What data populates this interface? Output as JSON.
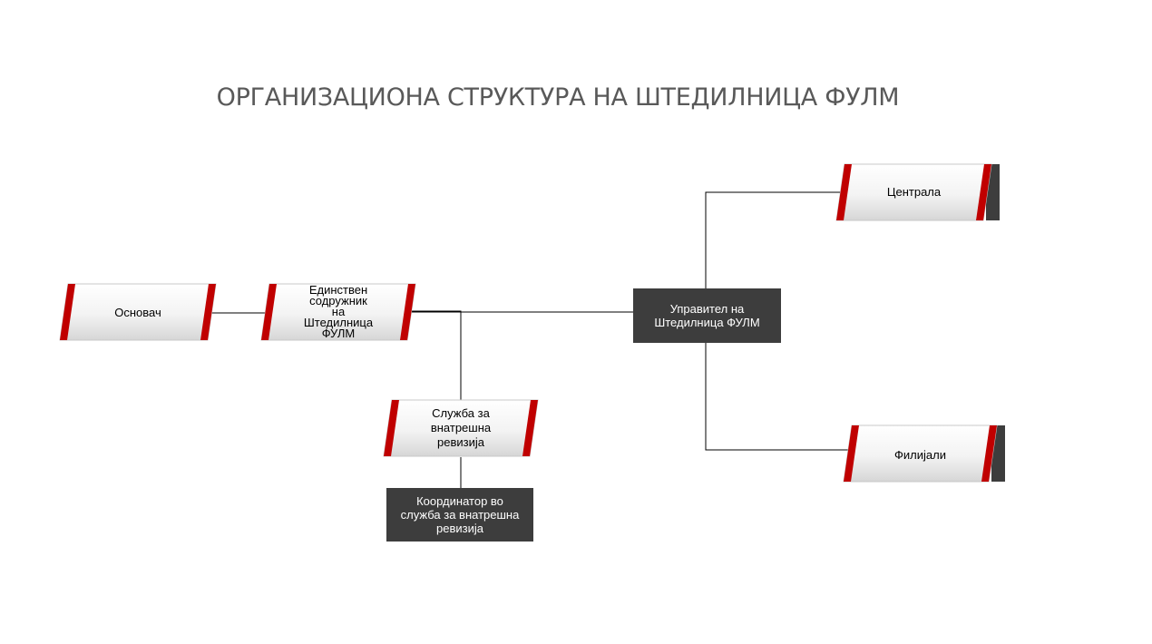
{
  "title": "ОРГАНИЗАЦИОНА СТРУКТУРА НА ШТЕДИЛНИЦА ФУЛМ",
  "nodes": {
    "founder": "Основач",
    "sole_partner": [
      "Единствен",
      "содружник",
      "на",
      "Штедилница",
      "ФУЛМ"
    ],
    "manager": [
      "Управител на",
      "Штедилница ФУЛМ"
    ],
    "headquarters": "Централа",
    "branches": "Филијали",
    "internal_audit": [
      "Служба за",
      "внатрешна",
      "ревизија"
    ],
    "audit_coordinator": [
      "Координатор во",
      "служба за внатрешна",
      "ревизија"
    ]
  },
  "colors": {
    "accent": "#c00000",
    "dark_box": "#3d3d3d",
    "title": "#595959",
    "connector": "#000000"
  }
}
